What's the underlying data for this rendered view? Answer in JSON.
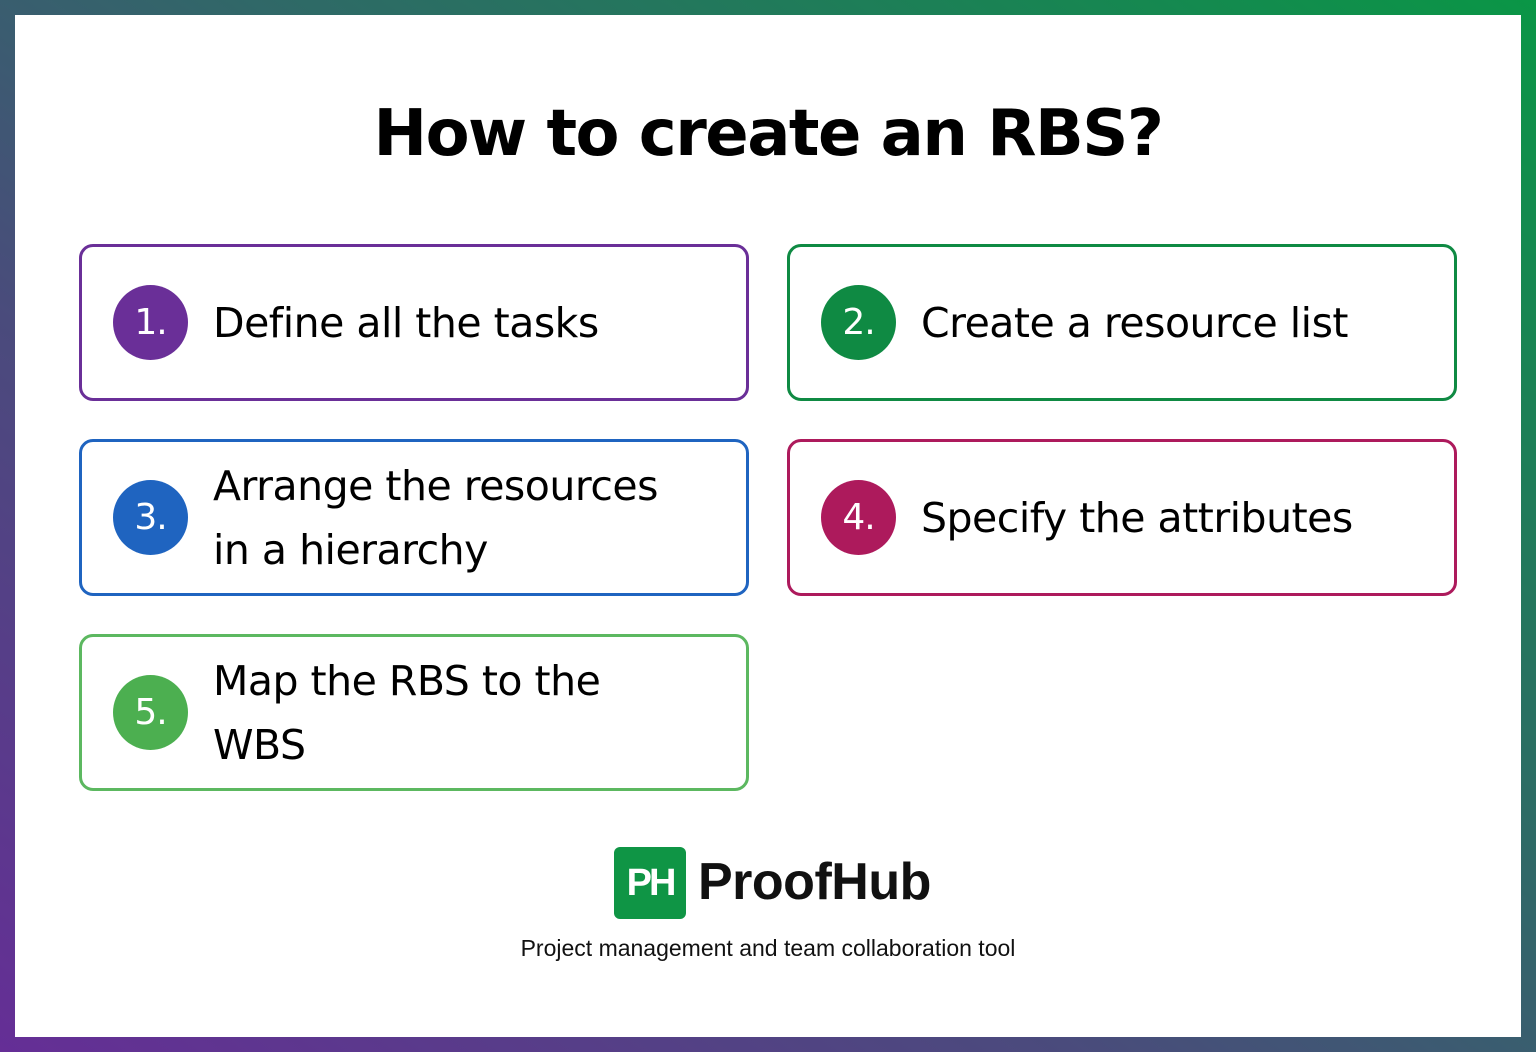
{
  "header": {
    "title": "How to create an RBS?"
  },
  "steps": [
    {
      "number": "1.",
      "label": "Define all the tasks",
      "color": "#6a2f98"
    },
    {
      "number": "2.",
      "label": "Create a resource list",
      "color": "#0f8a43"
    },
    {
      "number": "3.",
      "label": "Arrange the resources in a hierarchy",
      "color": "#1f64c0"
    },
    {
      "number": "4.",
      "label": "Specify the attributes",
      "color": "#ad1a5c"
    },
    {
      "number": "5.",
      "label": "Map the RBS to the WBS",
      "color": "#4caf50"
    }
  ],
  "footer": {
    "logo_text": "PH",
    "brand_name": "ProofHub",
    "tagline": "Project management and team collaboration tool",
    "brand_color": "#0f9545"
  },
  "frame": {
    "gradient_colors": [
      "#652e96",
      "#2e6a66",
      "#0a9646"
    ]
  }
}
